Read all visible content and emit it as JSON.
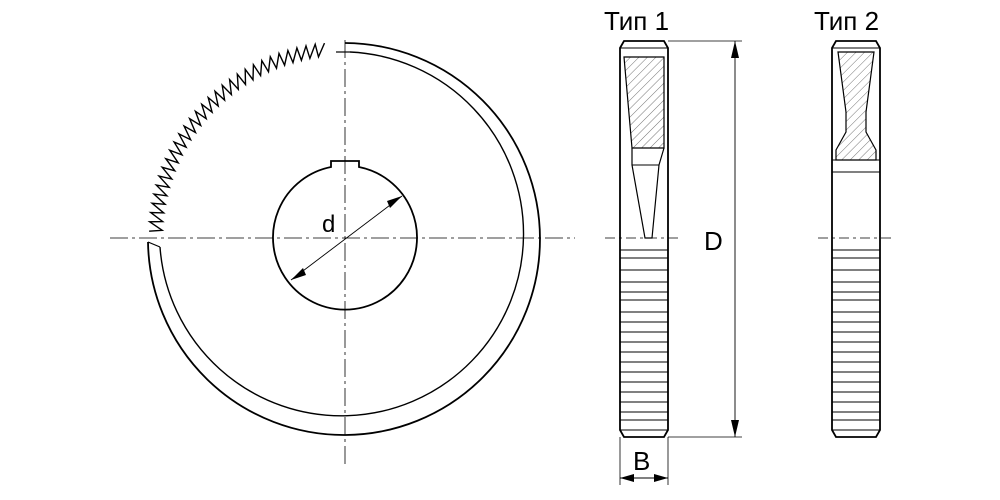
{
  "labels": {
    "type1": "Тип 1",
    "type2": "Тип 2",
    "diameter_outer": "D",
    "diameter_bore": "d",
    "width": "B"
  },
  "colors": {
    "stroke": "#000000",
    "hatch": "#666666",
    "background": "#ffffff"
  }
}
